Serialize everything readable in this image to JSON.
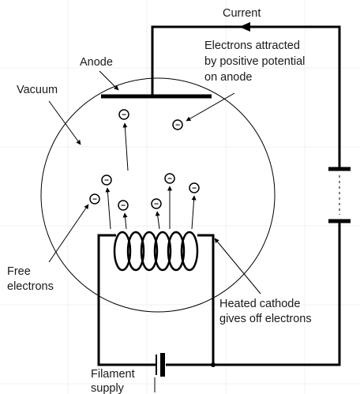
{
  "labels": {
    "current": "Current",
    "anode": "Anode",
    "vacuum": "Vacuum",
    "electrons_attracted": [
      "Electrons attracted",
      "by positive potential",
      "on anode"
    ],
    "free_electrons": [
      "Free",
      "electrons"
    ],
    "heated_cathode": [
      "Heated cathode",
      "gives off electrons"
    ],
    "filament_supply": [
      "Filament",
      "supply"
    ]
  },
  "electron_symbol": "−",
  "colors": {
    "stroke": "#000000",
    "text": "#1a1a1a",
    "background": "#ffffff",
    "grid": "#eef0f3"
  }
}
